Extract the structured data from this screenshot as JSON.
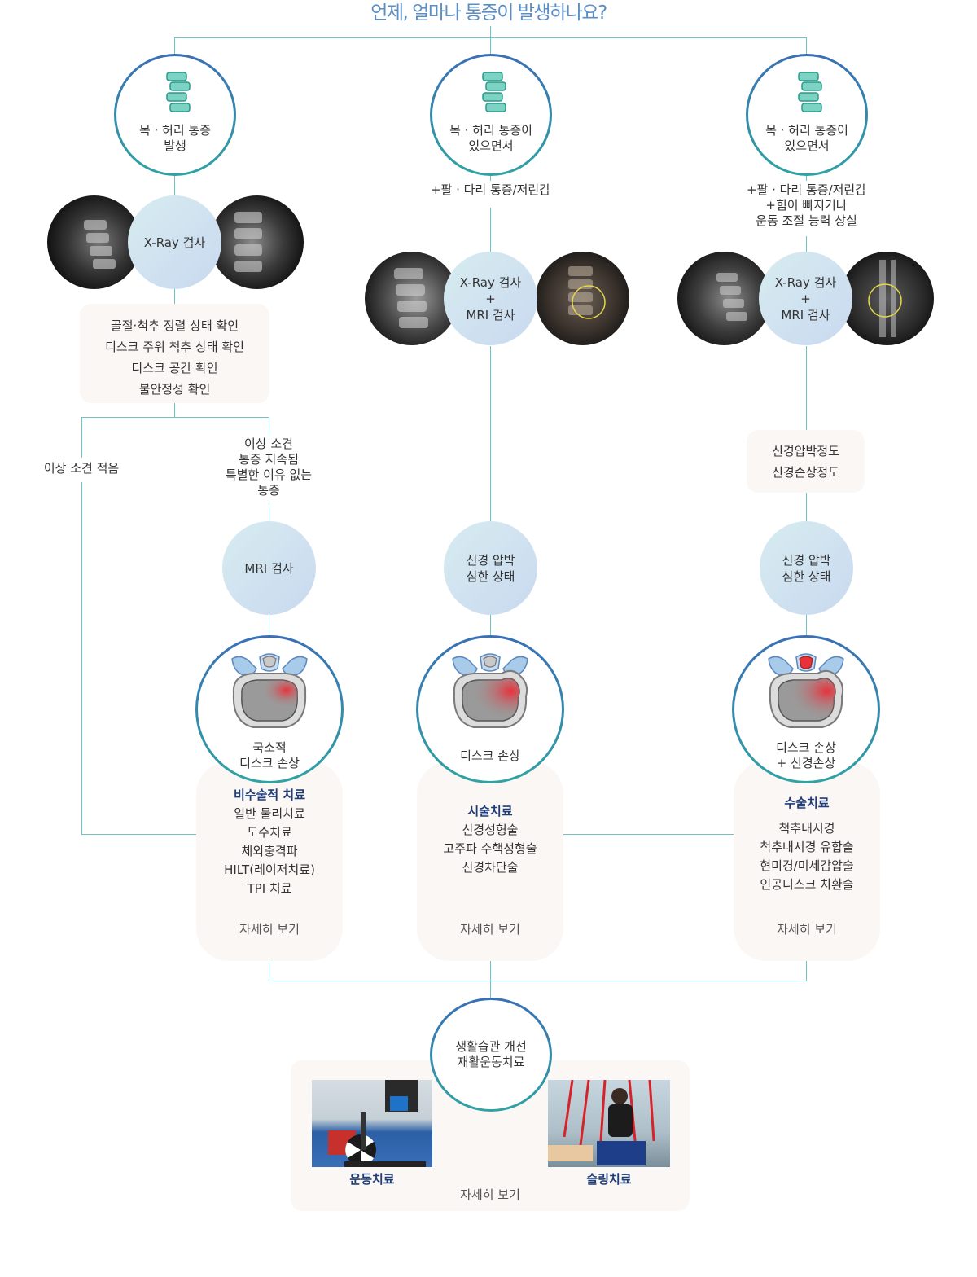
{
  "title": "언제, 얼마나 통증이 발생하나요?",
  "columns": [
    {
      "symptom_lines": [
        "목 · 허리 통증",
        "발생"
      ],
      "exam_label": "X-Ray 검사",
      "checks": [
        "골절·척추 정렬 상태 확인",
        "디스크 주위 척추 상태 확인",
        "디스크 공간 확인",
        "불안정성 확인"
      ],
      "branch_low": "이상 소견 적음",
      "branch_high": [
        "이상 소견",
        "통증 지속됨",
        "특별한 이유 없는",
        "통증"
      ],
      "mri_label": "MRI 검사",
      "disc_lines": [
        "국소적",
        "디스크 손상"
      ],
      "treatment_title": "비수술적 치료",
      "treatment_items": [
        "일반 물리치료",
        "도수치료",
        "체외충격파",
        "HILT(레이저치료)",
        "TPI 치료"
      ],
      "more_label": "자세히 보기"
    },
    {
      "symptom_lines": [
        "목 · 허리 통증이",
        "있으면서"
      ],
      "extra_lines": [
        "+팔 · 다리 통증/저린감"
      ],
      "exam_lines": [
        "X-Ray 검사",
        "+",
        "MRI 검사"
      ],
      "status_lines": [
        "신경 압박",
        "심한 상태"
      ],
      "disc_lines": [
        "디스크 손상"
      ],
      "treatment_title": "시술치료",
      "treatment_items": [
        "신경성형술",
        "고주파 수핵성형술",
        "신경차단술"
      ],
      "more_label": "자세히 보기"
    },
    {
      "symptom_lines": [
        "목 · 허리 통증이",
        "있으면서"
      ],
      "extra_lines": [
        "+팔 · 다리 통증/저린감",
        "+힘이 빠지거나",
        "운동 조절 능력 상실"
      ],
      "exam_lines": [
        "X-Ray 검사",
        "+",
        "MRI 검사"
      ],
      "nerve_checks": [
        "신경압박정도",
        "신경손상정도"
      ],
      "status_lines": [
        "신경 압박",
        "심한 상태"
      ],
      "disc_lines": [
        "디스크 손상",
        "+ 신경손상"
      ],
      "treatment_title": "수술치료",
      "treatment_items": [
        "척추내시경",
        "척추내시경 유합술",
        "현미경/미세감압술",
        "인공디스크 치환술"
      ],
      "more_label": "자세히 보기"
    }
  ],
  "rehab": {
    "lines": [
      "생활습관 개선",
      "재활운동치료"
    ],
    "left_label": "운동치료",
    "right_label": "슬링치료",
    "more_label": "자세히 보기"
  },
  "colors": {
    "line": "#6fc3c3",
    "title": "#5a8ec4",
    "treatment_title": "#1e3c78",
    "ring_top": "#3a6fb5",
    "ring_bottom": "#2fa3a3",
    "box": "#fbf7f5"
  }
}
